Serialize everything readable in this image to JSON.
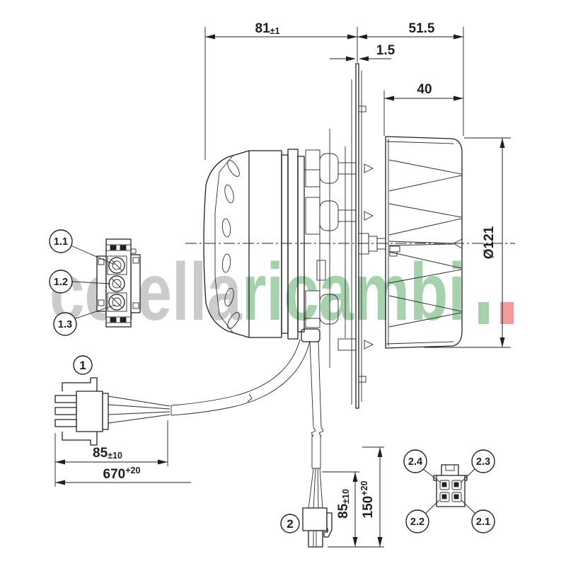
{
  "drawing": {
    "kind": "fan-motor-dimension-drawing",
    "line_color": "#1f1f1f"
  },
  "watermark": {
    "text_gray": "celella",
    "text_green": "ricambi",
    "gray_color": "#cbcbcb",
    "green_color": "#a5d2ac",
    "red_color": "#f39b9b"
  },
  "dimensions": {
    "motor_depth": {
      "value": "81",
      "tolerance": "±1"
    },
    "fan_side_width": {
      "value": "51.5"
    },
    "plate_thickness": {
      "value": "1.5"
    },
    "impeller_depth": {
      "value": "40"
    },
    "impeller_diameter": {
      "value": "Ø121"
    },
    "cable1_stripped": {
      "value": "85",
      "tolerance": "±10"
    },
    "cable1_length": {
      "value": "670",
      "tolerance": "+20"
    },
    "cable2_stripped": {
      "value": "85",
      "tolerance": "±10"
    },
    "cable2_length": {
      "value": "150",
      "tolerance": "+20"
    }
  },
  "balloons": {
    "connector1": "1",
    "connector2": "2",
    "pin1_1": "1.1",
    "pin1_2": "1.2",
    "pin1_3": "1.3",
    "pin2_1": "2.1",
    "pin2_2": "2.2",
    "pin2_3": "2.3",
    "pin2_4": "2.4"
  }
}
